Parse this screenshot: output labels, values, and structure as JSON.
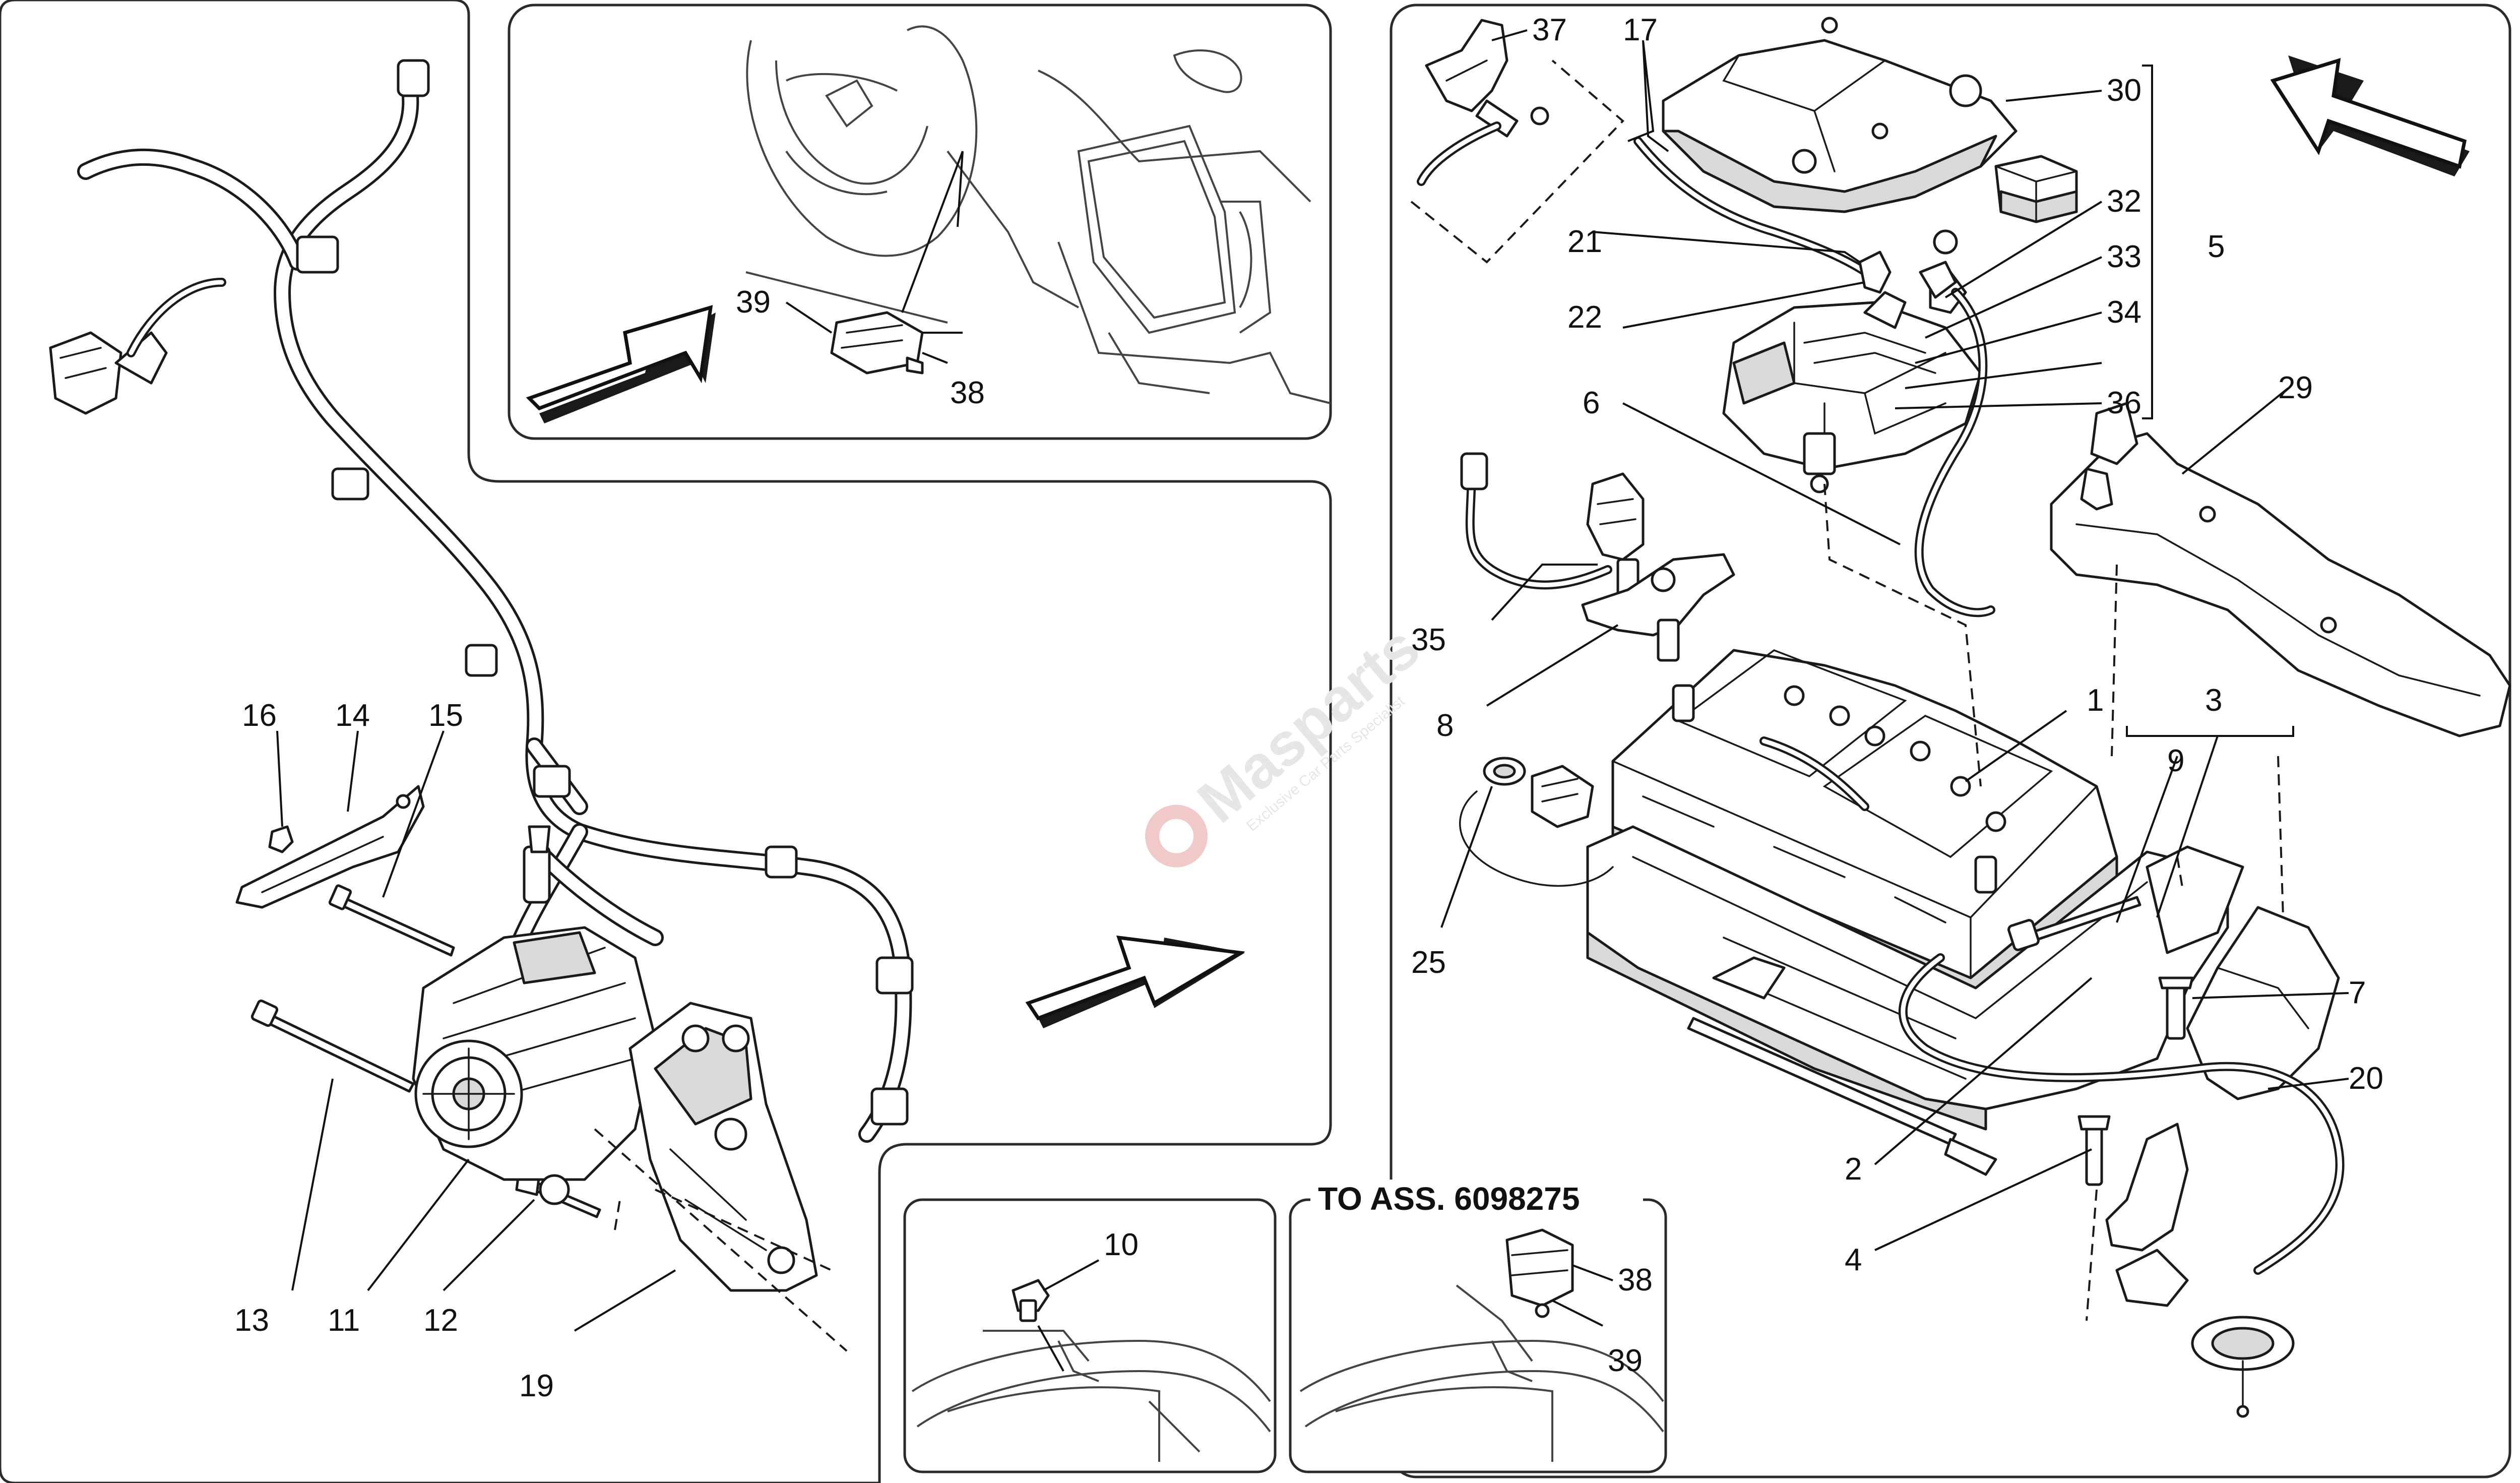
{
  "callouts": {
    "c1": "1",
    "c2": "2",
    "c3": "3",
    "c4": "4",
    "c5": "5",
    "c6": "6",
    "c7": "7",
    "c8": "8",
    "c9": "9",
    "c10": "10",
    "c11": "11",
    "c12": "12",
    "c13": "13",
    "c14": "14",
    "c15": "15",
    "c16": "16",
    "c17": "17",
    "c19": "19",
    "c20": "20",
    "c21": "21",
    "c22": "22",
    "c25": "25",
    "c29": "29",
    "c30": "30",
    "c32": "32",
    "c33": "33",
    "c34": "34",
    "c35": "35",
    "c36": "36",
    "c37": "37",
    "c38a": "38",
    "c39a": "39",
    "c38b": "38",
    "c39b": "39"
  },
  "assembly_note": "TO ASS. 6098275",
  "watermark": {
    "brand": "Masparts",
    "tagline": "Exclusive Car Parts Specialist"
  },
  "colors": {
    "line": "#1a1a1a",
    "shade": "#d9d9d9",
    "watermark": "#e6e6e6",
    "watermark_logo": "#f2c9c9"
  },
  "icons": [
    "direction-arrow-icon",
    "battery",
    "alternator",
    "cable-harness"
  ]
}
